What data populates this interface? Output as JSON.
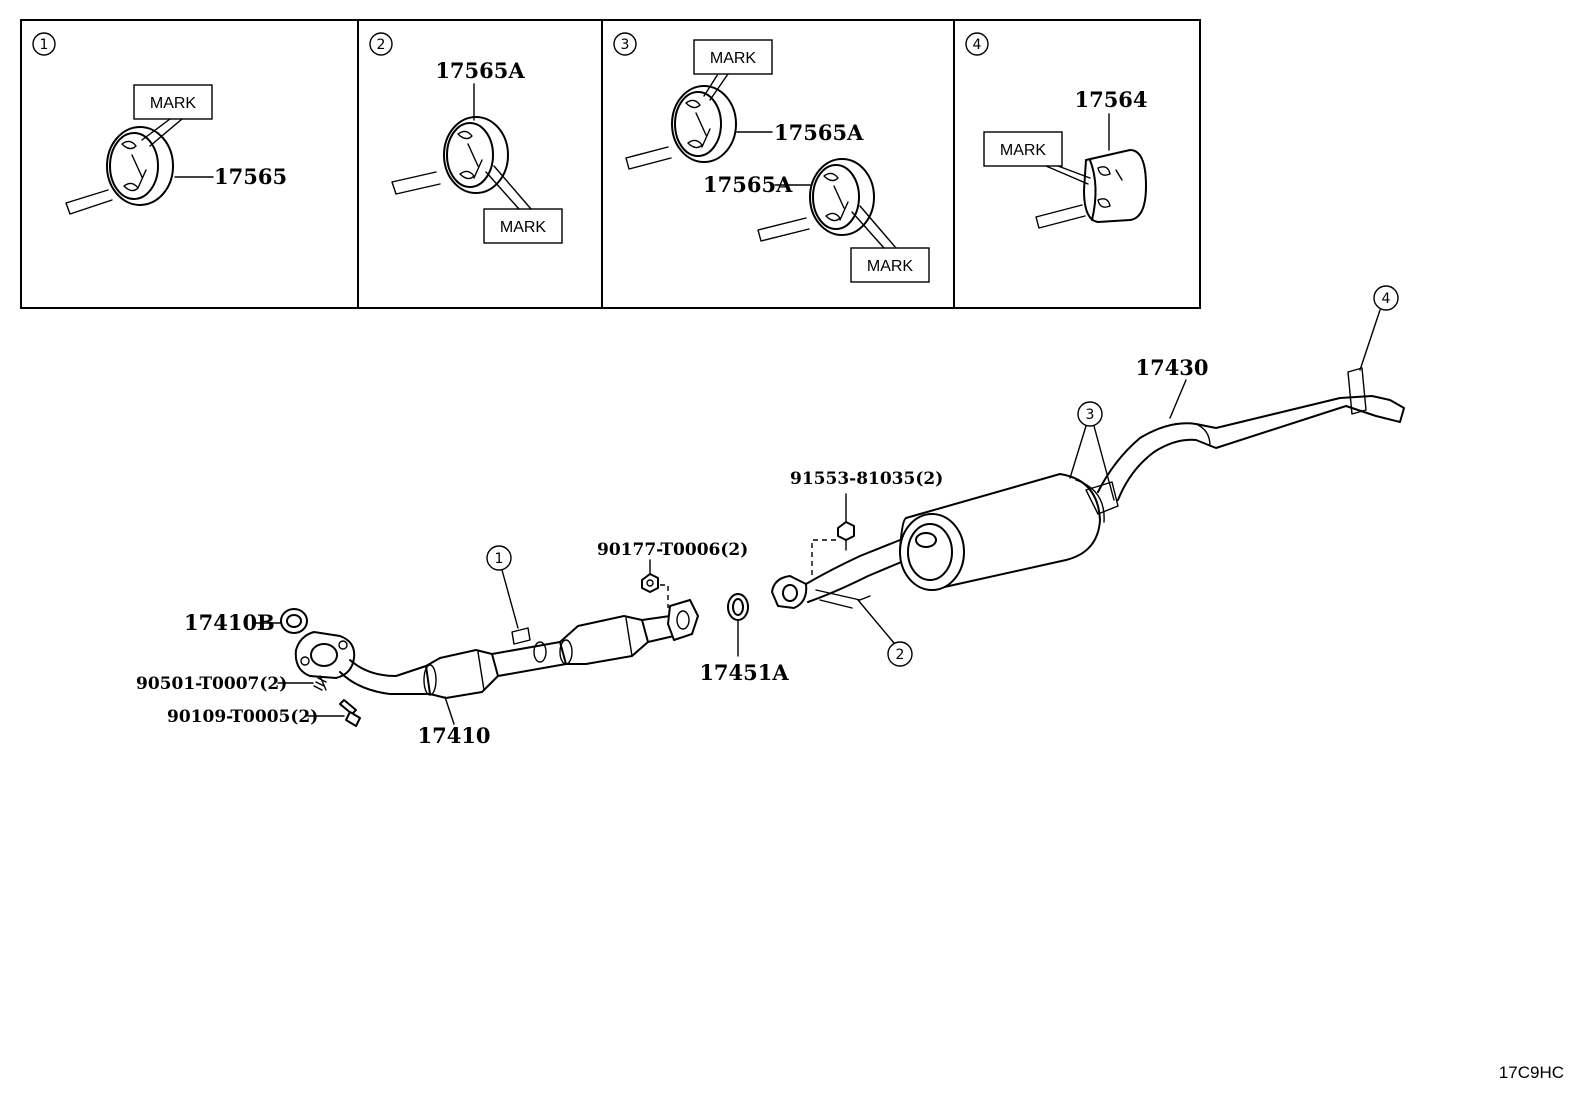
{
  "panels": [
    {
      "number": "1",
      "part": "17565",
      "mark": "MARK"
    },
    {
      "number": "2",
      "part": "17565A",
      "mark": "MARK"
    },
    {
      "number": "3",
      "part_upper": "17565A",
      "part_lower": "17565A",
      "mark_upper": "MARK",
      "mark_lower": "MARK"
    },
    {
      "number": "4",
      "part": "17564",
      "mark": "MARK"
    }
  ],
  "main": {
    "callouts": {
      "c1": "1",
      "c2": "2",
      "c3": "3",
      "c4": "4"
    },
    "parts": {
      "tailpipe": "17430",
      "bolt_muffler": "91553-81035(2)",
      "nut_flange": "90177-T0006(2)",
      "gasket_rear": "17451A",
      "gasket_front": "17410B",
      "spring": "90501-T0007(2)",
      "bolt_front": "90109-T0005(2)",
      "front_pipe": "17410"
    }
  },
  "diagram_code": "17C9HC"
}
